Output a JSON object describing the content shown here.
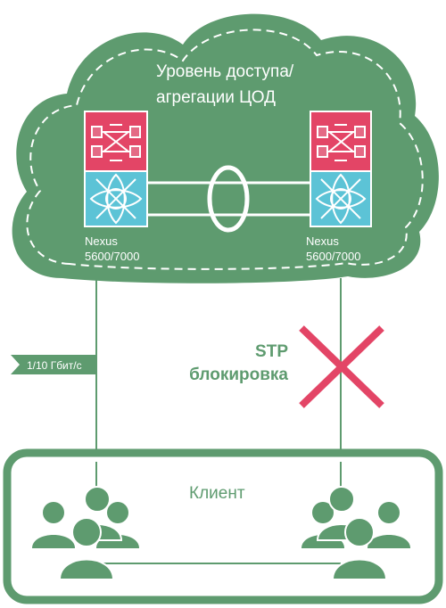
{
  "cloud": {
    "title_line1": "Уровень доступа/",
    "title_line2": "агрегации ЦОД"
  },
  "switches": [
    {
      "label_line1": "Nexus",
      "label_line2": "5600/7000"
    },
    {
      "label_line1": "Nexus",
      "label_line2": "5600/7000"
    }
  ],
  "link_speed": "1/10 Гбит/с",
  "stp": {
    "line1": "STP",
    "line2": "блокировка"
  },
  "client": {
    "label": "Клиент"
  },
  "colors": {
    "green": "#5e9b6f",
    "green_light": "#9ec8a8",
    "red": "#e34566",
    "pink": "#e46a85",
    "cyan": "#5cc3d6",
    "white": "#ffffff"
  }
}
